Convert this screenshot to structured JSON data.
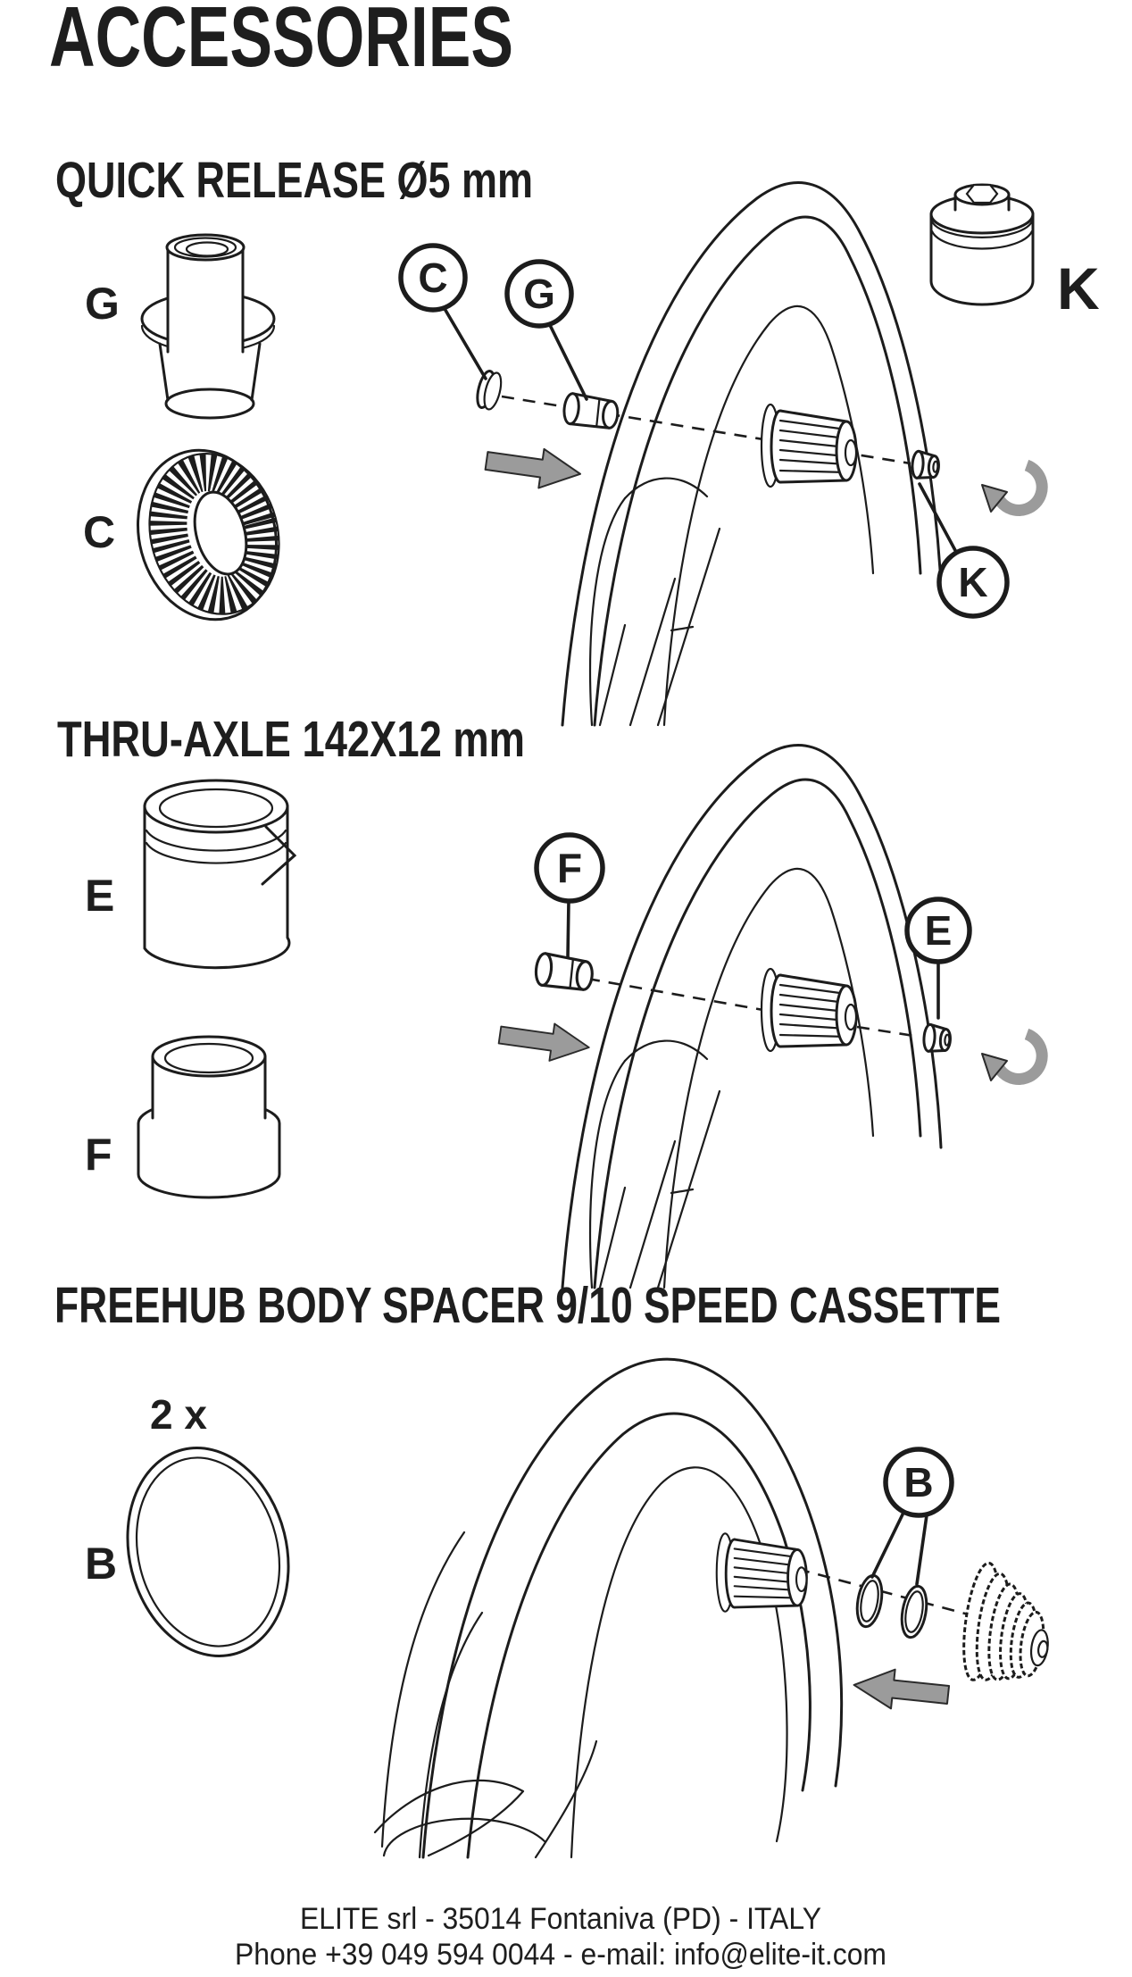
{
  "title": "ACCESSORIES",
  "sections": {
    "quick_release": {
      "heading": "QUICK RELEASE Ø5 mm",
      "label_g": "G",
      "label_c": "C",
      "callout_c": "C",
      "callout_g": "G",
      "callout_k": "K",
      "label_k": "K"
    },
    "thru_axle": {
      "heading": "THRU-AXLE 142X12 mm",
      "label_e": "E",
      "label_f": "F",
      "callout_f": "F",
      "callout_e": "E"
    },
    "freehub_spacer": {
      "heading": "FREEHUB BODY SPACER  9/10 SPEED CASSETTE",
      "quantity": "2 x",
      "label_b": "B",
      "callout_b": "B"
    }
  },
  "footer": {
    "line1": "ELITE srl - 35014 Fontaniva (PD) - ITALY",
    "line2": "Phone +39 049 594 0044 - e-mail: info@elite-it.com"
  },
  "colors": {
    "ink": "#1c1c1c",
    "halftone_gray": "#9b9b9b",
    "paper": "#ffffff"
  }
}
